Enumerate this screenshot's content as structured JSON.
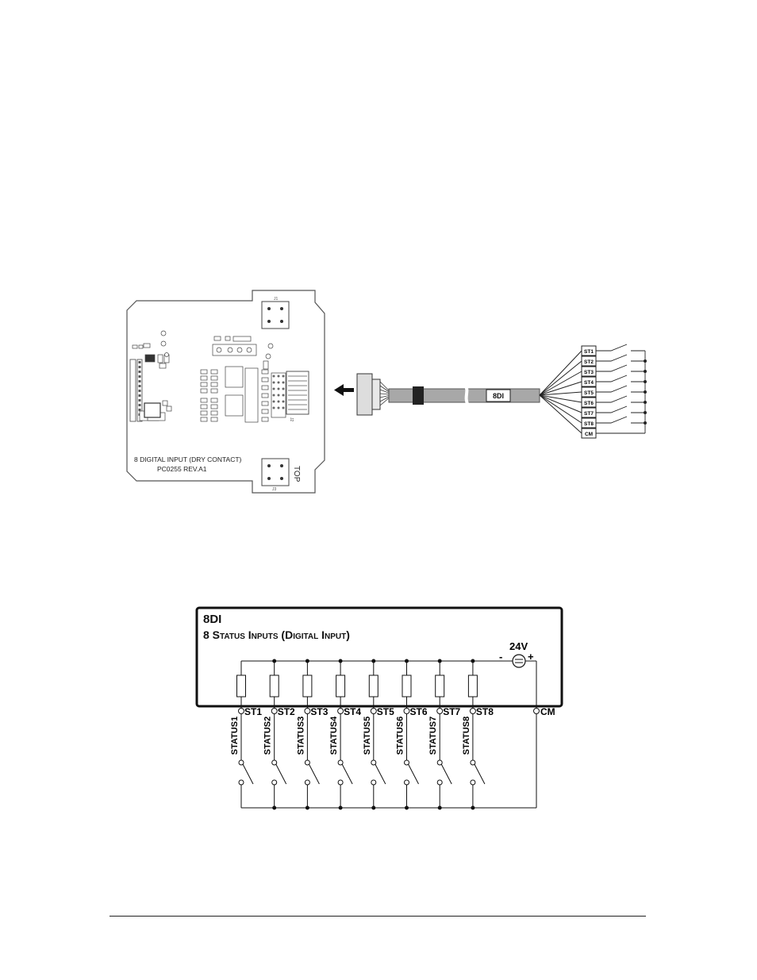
{
  "board": {
    "caption_line1": "8 DIGITAL INPUT (DRY CONTACT)",
    "caption_line2": "PC0255 REV.A1",
    "top_mark": "TOP",
    "conn_j1": "J1",
    "conn_j2": "J2",
    "conn_j3": "J3"
  },
  "cable": {
    "label": "8DI",
    "terminals": [
      "ST1",
      "ST2",
      "ST3",
      "ST4",
      "ST5",
      "ST6",
      "ST7",
      "ST8",
      "CM"
    ]
  },
  "schematic": {
    "title": "8DI",
    "subtitle": "8 Status Inputs (Digital Input)",
    "supply_label": "24V",
    "supply_minus": "-",
    "supply_plus": "+",
    "terminals": [
      "ST1",
      "ST2",
      "ST3",
      "ST4",
      "ST5",
      "ST6",
      "ST7",
      "ST8"
    ],
    "common_terminal": "CM",
    "switch_labels": [
      "STATUS1",
      "STATUS2",
      "STATUS3",
      "STATUS4",
      "STATUS5",
      "STATUS6",
      "STATUS7",
      "STATUS8"
    ]
  }
}
